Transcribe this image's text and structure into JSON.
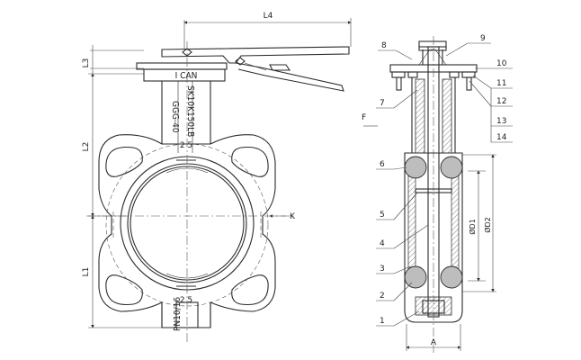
{
  "dimensions": {
    "l1": "L1",
    "l2": "L2",
    "l3": "L3",
    "l4": "L4",
    "a": "A",
    "d1": "ØD1",
    "d2": "ØD2"
  },
  "view_markers": {
    "k": "K",
    "f": "F"
  },
  "body_markings": {
    "brand": "I CAN",
    "model": "SK10K150LB",
    "material": "GGG-40",
    "size_top": "2 5",
    "size_bottom": "2 5",
    "pressure": "PN10/16"
  },
  "part_numbers": [
    "1",
    "2",
    "3",
    "4",
    "5",
    "6",
    "7",
    "8",
    "9",
    "10",
    "11",
    "12",
    "13",
    "14"
  ]
}
